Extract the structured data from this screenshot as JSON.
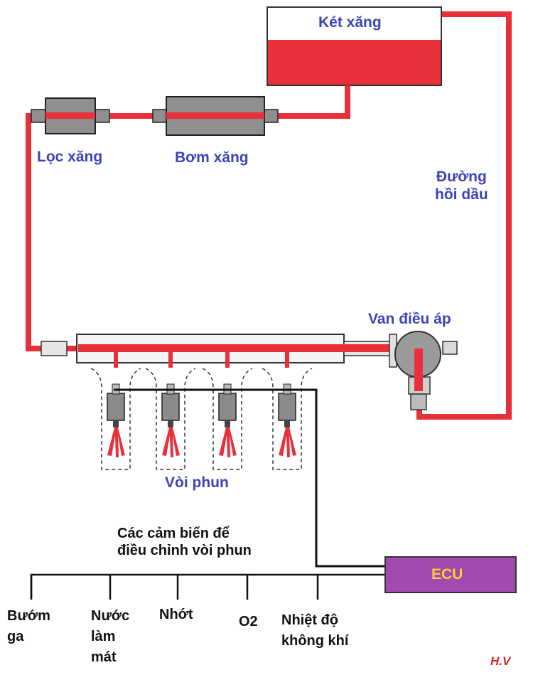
{
  "colors": {
    "fuel": "#e8303a",
    "label_blue": "#3a45b8",
    "component_gray": "#8f8f8f",
    "ecu_purple": "#a449b0",
    "ecu_text": "#f2d431",
    "wire": "#111111",
    "signature": "#d6241f"
  },
  "labels": {
    "fuel_tank": "Két xăng",
    "fuel_filter": "Lọc xăng",
    "fuel_pump": "Bơm xăng",
    "return_line": [
      "Đường",
      "hồi dầu"
    ],
    "pressure_regulator": "Van điều áp",
    "injectors": "Vòi phun",
    "sensors_caption": [
      "Các cảm biến để",
      "điều chỉnh vòi phun"
    ],
    "ecu": "ECU",
    "signature": "H.V"
  },
  "sensors": [
    {
      "lines": [
        "Bướm",
        "ga"
      ]
    },
    {
      "lines": [
        "Nước",
        "làm",
        "mát"
      ]
    },
    {
      "lines": [
        "Nhớt"
      ]
    },
    {
      "lines": [
        "O2"
      ]
    },
    {
      "lines": [
        "Nhiệt độ",
        "không khí"
      ]
    }
  ],
  "injector_count": 4
}
